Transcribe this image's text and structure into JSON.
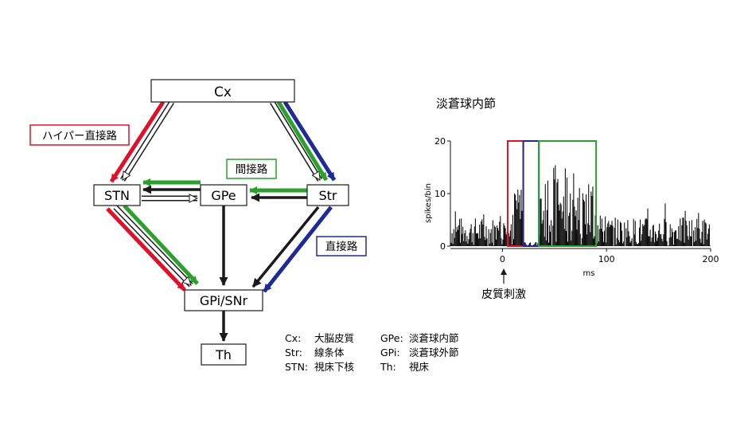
{
  "nodes": {
    "cx": "Cx",
    "stn": "STN",
    "gpe": "GPe",
    "str": "Str",
    "gpi": "GPi/SNr",
    "th": "Th"
  },
  "pathway_labels": {
    "hyper": "ハイパー直接路",
    "indirect": "間接路",
    "direct": "直接路"
  },
  "colors": {
    "hyper": "#e0102a",
    "indirect": "#2ca02c",
    "direct": "#1f2a96",
    "main": "#1a1a1a"
  },
  "legend": [
    {
      "abbr": "Cx:",
      "name": "大脳皮質",
      "abbr2": "GPe:",
      "name2": "淡蒼球内節"
    },
    {
      "abbr": "Str:",
      "name": "線条体",
      "abbr2": "GPi:",
      "name2": "淡蒼球外節"
    },
    {
      "abbr": "STN:",
      "name": "視床下核",
      "abbr2": "Th:",
      "name2": "視床"
    }
  ],
  "chart_title": "淡蒼球内節",
  "stimulus_label": "皮質刺激",
  "chart_data": {
    "type": "bar",
    "title": "淡蒼球内節",
    "xlabel": "ms",
    "ylabel": "spikes/bin",
    "xlim": [
      -50,
      200
    ],
    "ylim": [
      0,
      20
    ],
    "xticks": [
      0,
      100,
      200
    ],
    "yticks": [
      0,
      10,
      20
    ],
    "baseline_mean": 3,
    "stimulus_time_ms": 0,
    "segments": [
      {
        "name": "early excitation",
        "start_ms": 7,
        "end_ms": 20,
        "peak": 13
      },
      {
        "name": "inhibition",
        "start_ms": 20,
        "end_ms": 35,
        "peak": 0.5
      },
      {
        "name": "late excitation",
        "start_ms": 35,
        "end_ms": 90,
        "peak": 15
      }
    ],
    "highlight_windows": [
      {
        "color": "#e0102a",
        "from_ms": 5,
        "to_ms": 20
      },
      {
        "color": "#1f2a96",
        "from_ms": 20,
        "to_ms": 35
      },
      {
        "color": "#2ca02c",
        "from_ms": 35,
        "to_ms": 90
      }
    ]
  }
}
